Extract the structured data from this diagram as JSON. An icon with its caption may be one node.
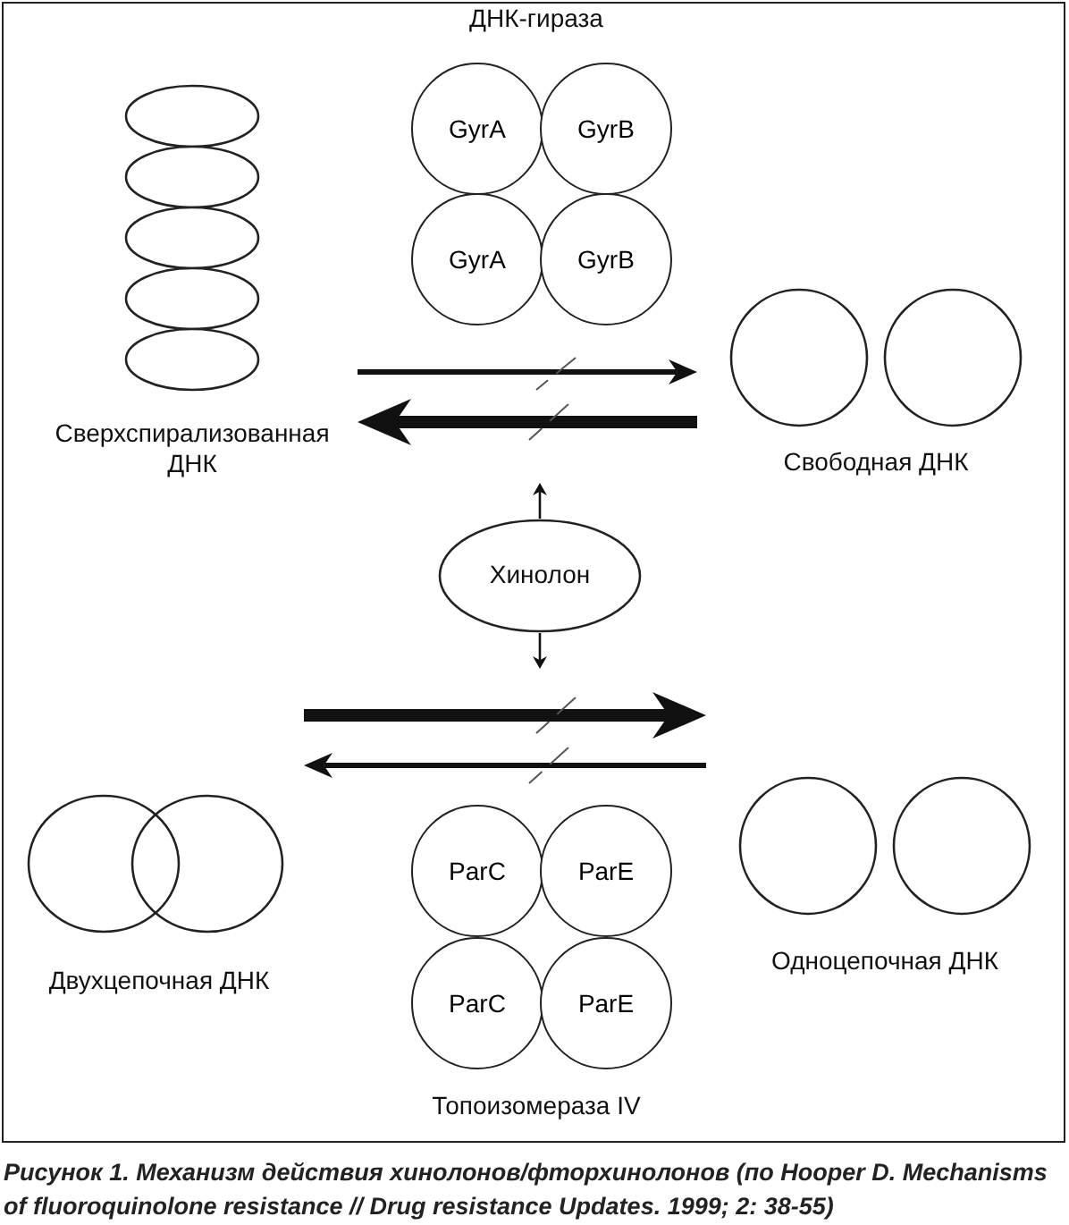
{
  "diagram": {
    "caption": "Рисунок 1. Механизм действия хинолонов/фторхинолонов (по Hooper D. Mechanisms of fluoroquinolone resistance // Drug resistance Updates. 1999; 2: 38-55)",
    "nodes": [
      {
        "text": [
          "ДНК-гираза"
        ]
      },
      {
        "text": [
          "GyrA"
        ],
        "in": 0
      },
      {
        "text": [
          "GyrB"
        ],
        "in": 0
      },
      {
        "text": [
          "GyrA"
        ],
        "in": 0
      },
      {
        "text": [
          "GyrB"
        ],
        "in": 0
      },
      {
        "text": [
          "Сверхспирализованная ДНК"
        ]
      },
      {
        "text": [
          "Свободная ДНК"
        ]
      },
      {
        "text": [
          "Хинолон"
        ]
      },
      {
        "text": [
          "Двухцепочная ДНК"
        ]
      },
      {
        "text": [
          "Топоизомераза IV"
        ]
      },
      {
        "text": [
          "ParC"
        ],
        "in": 9
      },
      {
        "text": [
          "ParE"
        ],
        "in": 9
      },
      {
        "text": [
          "ParC"
        ],
        "in": 9
      },
      {
        "text": [
          "ParE"
        ],
        "in": 9
      },
      {
        "text": [
          "Одноцепочная ДНК"
        ]
      }
    ],
    "edges": [
      {
        "from": 5,
        "to": 6,
        "arrow": "to"
      },
      {
        "from": 6,
        "to": 5,
        "arrow": "to",
        "style": "thick"
      },
      {
        "from": 7,
        "to": null,
        "arrow": "to"
      },
      {
        "from": 7,
        "to": null,
        "arrow": "to"
      },
      {
        "from": 8,
        "to": 14,
        "arrow": "to",
        "style": "thick"
      },
      {
        "from": 14,
        "to": 8,
        "arrow": "to"
      }
    ]
  }
}
